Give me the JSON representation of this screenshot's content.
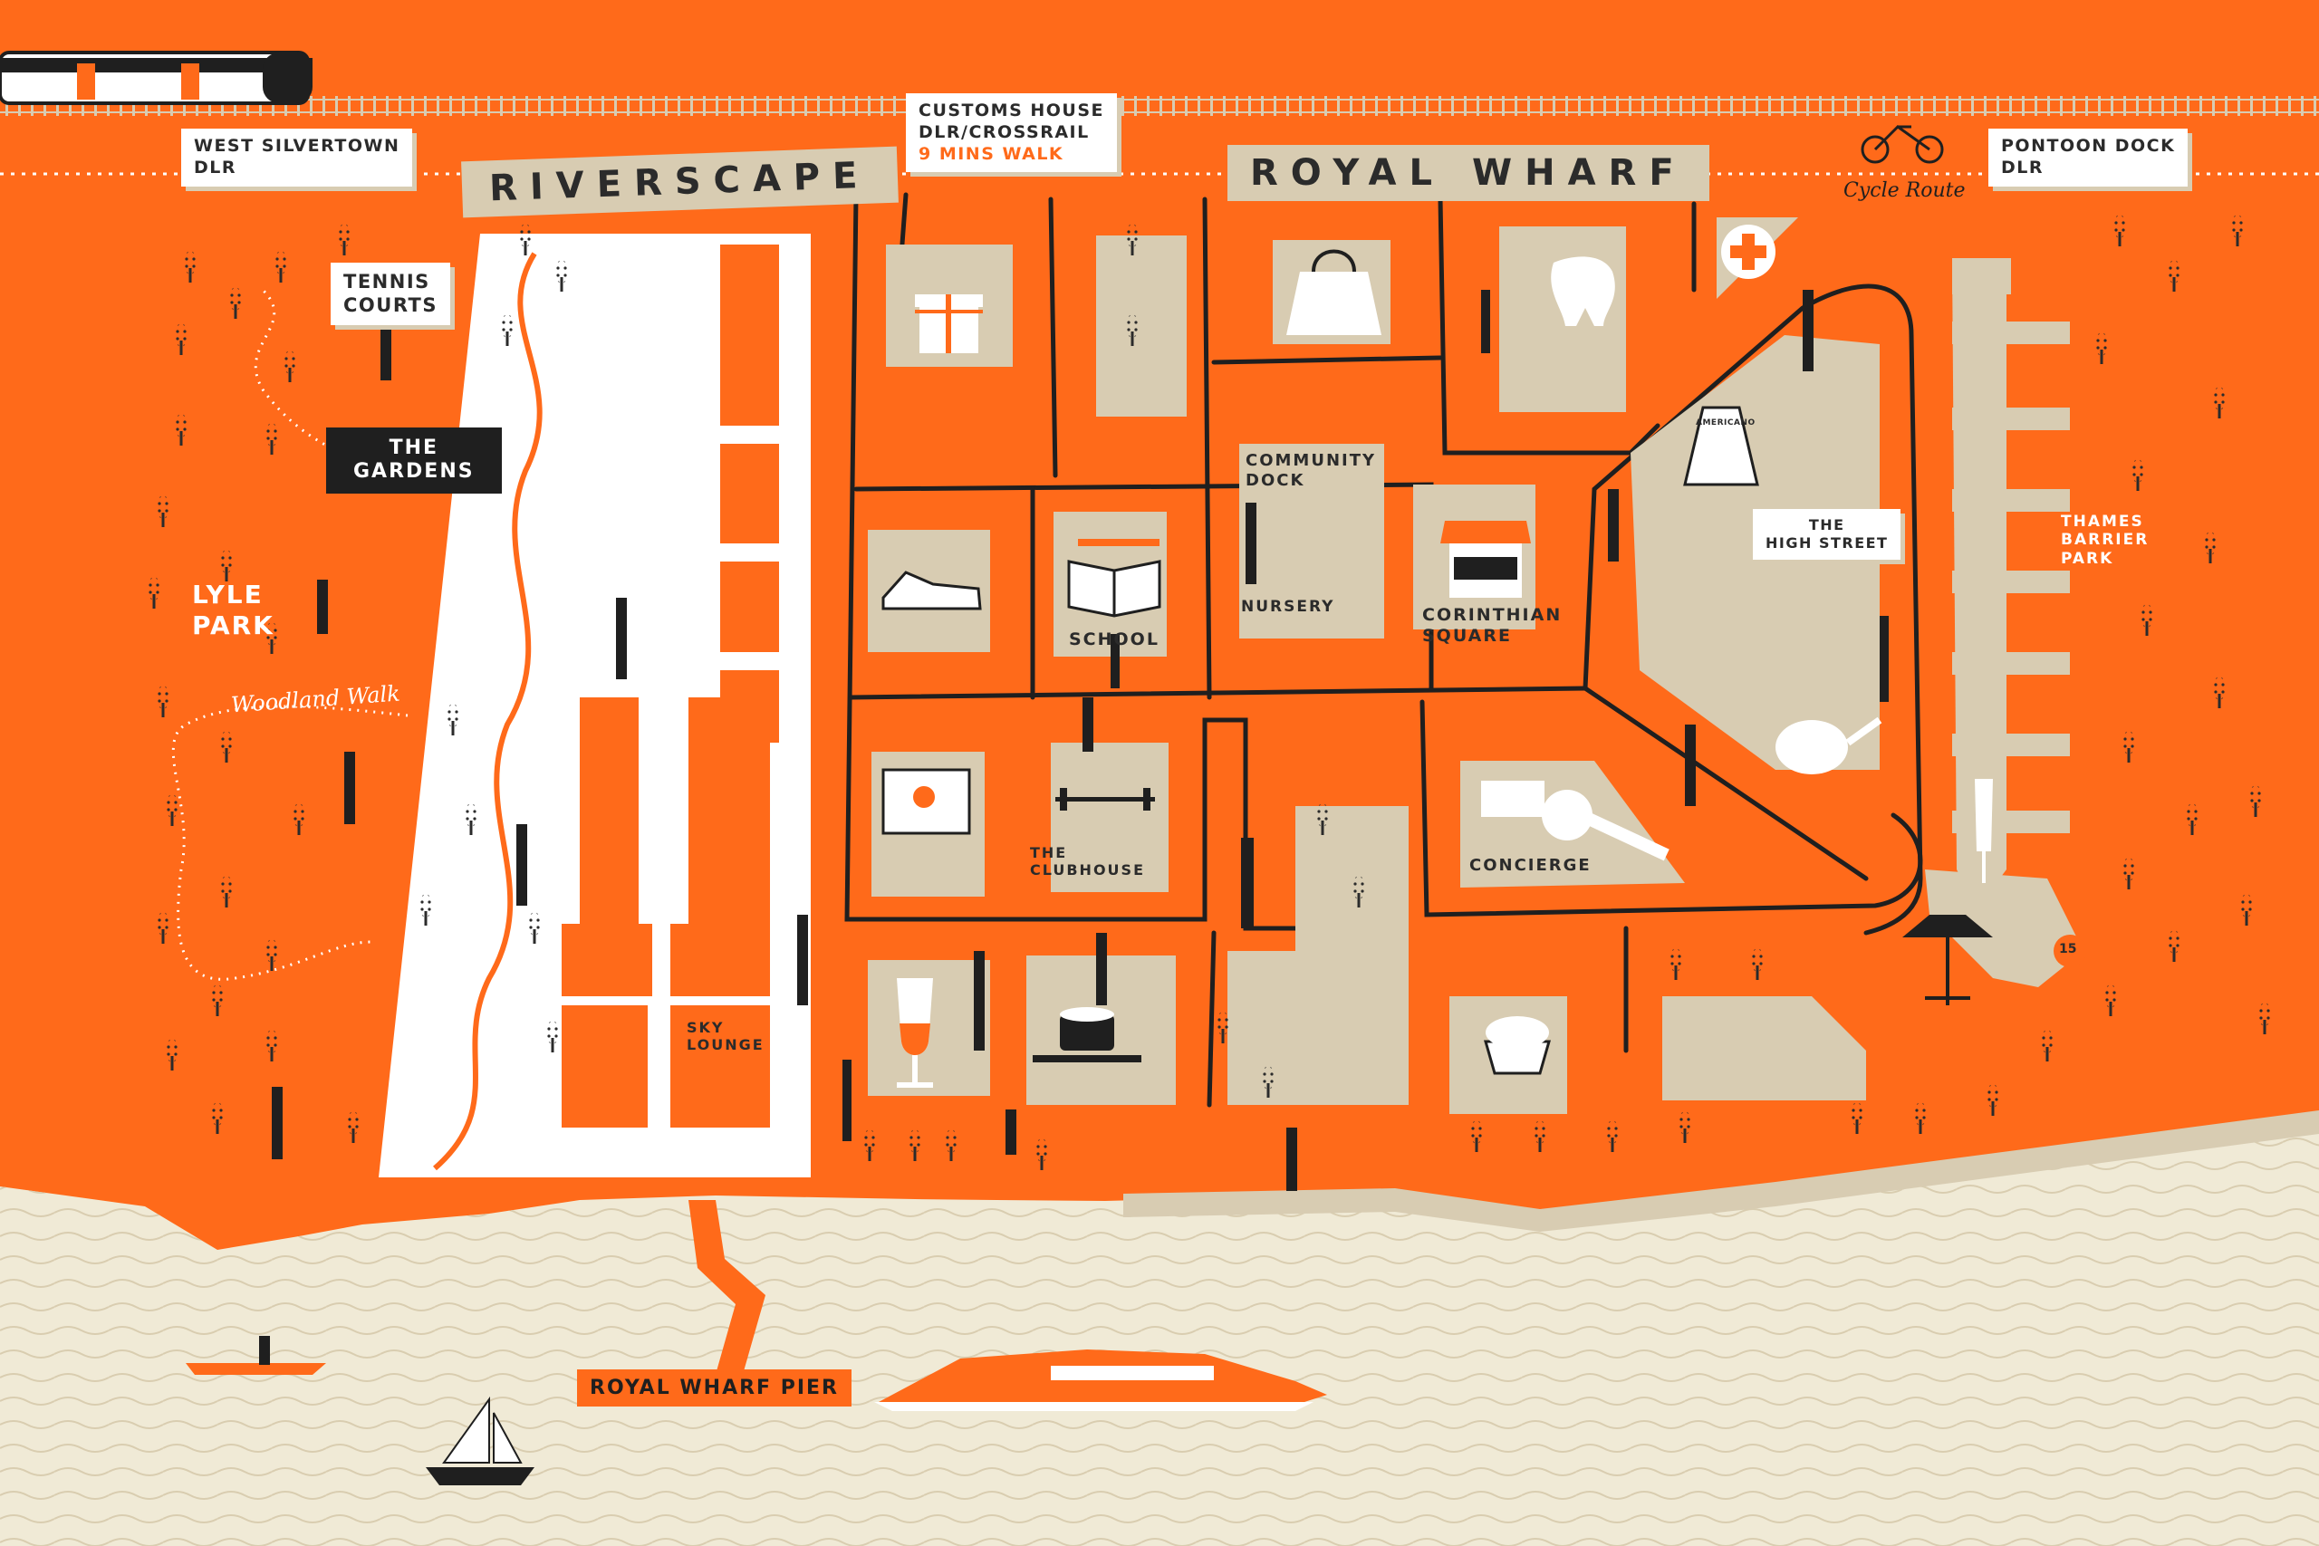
{
  "stations": {
    "west_silvertown": "WEST SILVERTOWN\nDLR",
    "customs_house_line1": "CUSTOMS HOUSE",
    "customs_house_line2": "DLR/CROSSRAIL",
    "customs_house_walk": "9 MINS WALK",
    "pontoon_dock": "PONTOON DOCK\nDLR"
  },
  "banners": {
    "riverscape": "RIVERSCAPE",
    "royal": "ROYAL",
    "wharf": "WHARF"
  },
  "places": {
    "tennis_courts": "TENNIS\nCOURTS",
    "the_gardens": "THE\nGARDENS",
    "lyle_park": "LYLE\nPARK",
    "woodland_walk": "Woodland Walk",
    "cycle_route": "Cycle Route",
    "community_dock": "COMMUNITY\nDOCK",
    "nursery": "NURSERY",
    "school": "SCHOOL",
    "corinthian_square": "CORINTHIAN\nSQUARE",
    "the_high_street": "THE\nHIGH STREET",
    "the_clubhouse": "THE\nCLUBHOUSE",
    "concierge": "CONCIERGE",
    "sky_lounge": "SKY\nLOUNGE",
    "thames_barrier_park": "THAMES\nBARRIER\nPARK",
    "royal_wharf_pier": "ROYAL WHARF PIER",
    "americano": "AMERICANO",
    "number_badge": "15"
  },
  "colors": {
    "orange": "#ff6a1a",
    "beige": "#d8ccb2",
    "cream": "#f0ead6",
    "dark": "#2b2b2b",
    "white": "#ffffff"
  },
  "icons": [
    "train-icon",
    "cycle-icon",
    "gift-icon",
    "shopping-bag-icon",
    "tooth-icon",
    "first-aid-cross-icon",
    "shoe-icon",
    "book-icon",
    "shop-icon",
    "coffee-cup-icon",
    "teapot-icon",
    "key-icon",
    "wine-glass-icon",
    "cupcake-icon",
    "champagne-glass-icon",
    "dumbbell-icon",
    "football-goal-icon",
    "sailboat-icon",
    "kayak-icon",
    "ferry-icon",
    "tree-icon"
  ]
}
